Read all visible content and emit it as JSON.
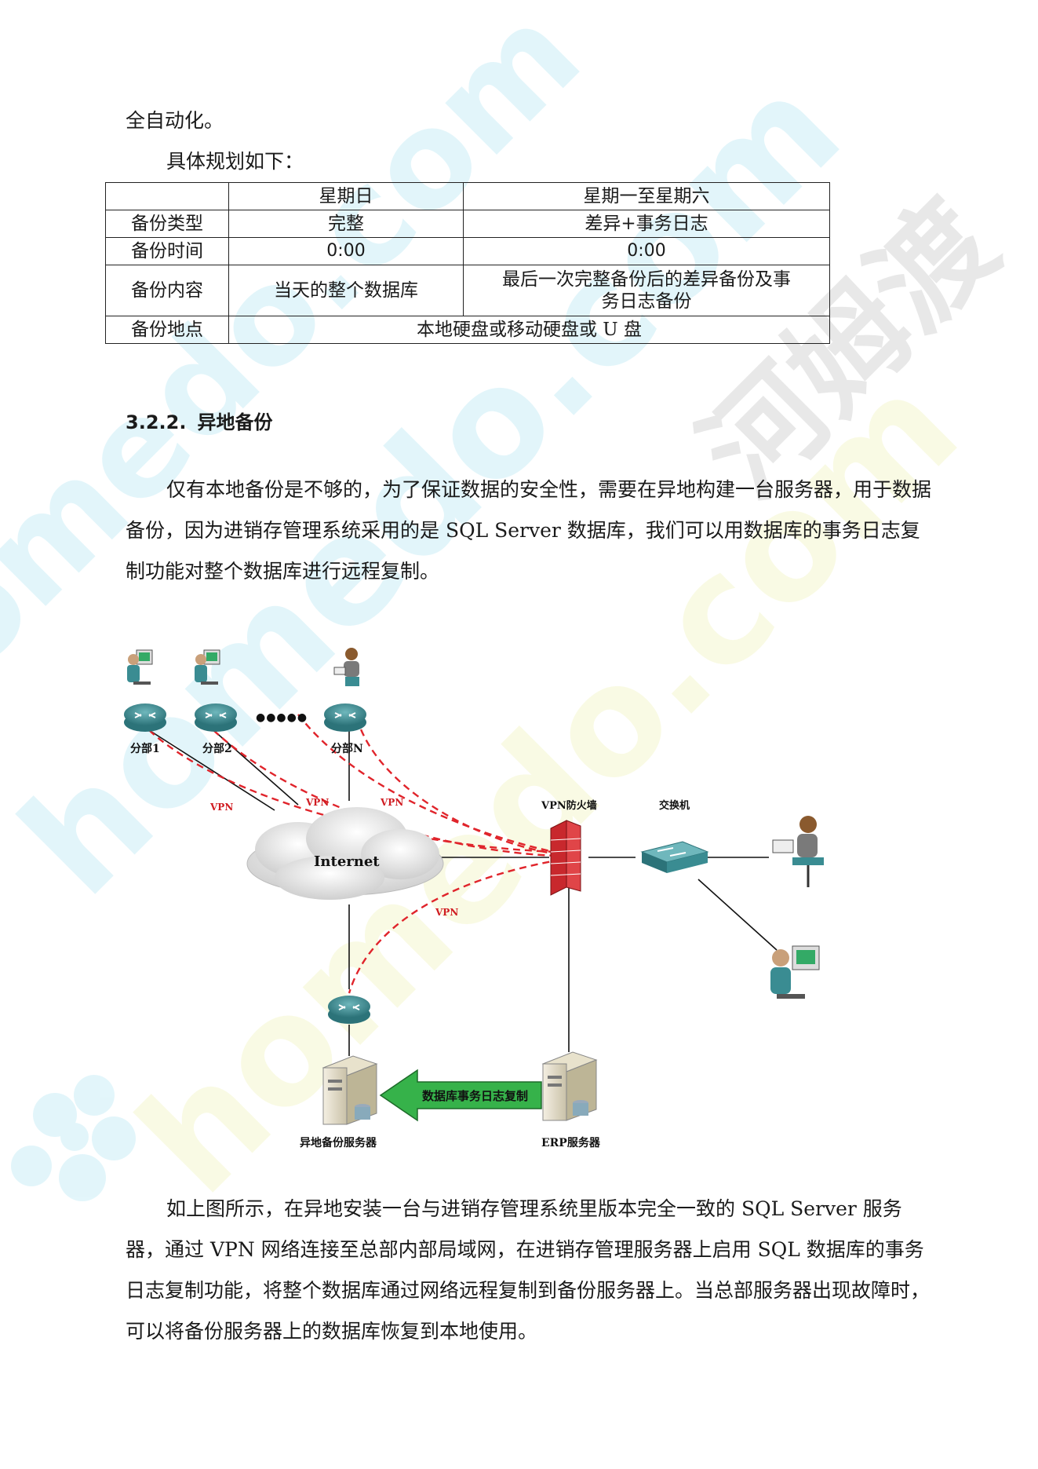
{
  "intro": {
    "line1": "全自动化。",
    "line2": "具体规划如下："
  },
  "plan_table": {
    "headers": [
      "",
      "星期日",
      "星期一至星期六"
    ],
    "type_row": {
      "label": "备份类型",
      "sunday": "完整",
      "weekdays": "差异+事务日志"
    },
    "time_row": {
      "label": "备份时间",
      "sunday": "0:00",
      "weekdays": "0:00"
    },
    "content_row": {
      "label": "备份内容",
      "sunday": "当天的整个数据库",
      "weekdays": "最后一次完整备份后的差异备份及事务日志备份"
    },
    "location_row": {
      "label": "备份地点",
      "value": "本地硬盘或移动硬盘或 U 盘"
    }
  },
  "section": {
    "number": "3.2.2.",
    "title": "异地备份"
  },
  "paragraph1": "仅有本地备份是不够的，为了保证数据的安全性，需要在异地构建一台服务器，用于数据备份，因为进销存管理系统采用的是 SQL Server 数据库，我们可以用数据库的事务日志复制功能对整个数据库进行远程复制。",
  "diagram": {
    "branch1": "分部1",
    "branch2": "分部2",
    "branchN": "分部N",
    "ellipsis": "●●●●●",
    "internet": "Internet",
    "vpn_labels": [
      "VPN",
      "VPN",
      "VPN",
      "VPN"
    ],
    "firewall": "VPN防火墙",
    "switch": "交换机",
    "arrow_label": "数据库事务日志复制",
    "backup_server": "异地备份服务器",
    "erp_server": "ERP服务器",
    "colors": {
      "router": "#3a8c92",
      "vpn_line": "#e0242b",
      "firewall": "#c8282d",
      "arrow": "#36b24a"
    }
  },
  "paragraph2": "如上图所示，在异地安装一台与进销存管理系统里版本完全一致的 SQL Server 服务器，通过 VPN 网络连接至总部内部局域网，在进销存管理服务器上启用 SQL 数据库的事务日志复制功能，将整个数据库通过网络远程复制到备份服务器上。当总部服务器出现故障时，可以将备份服务器上的数据库恢复到本地使用。",
  "watermark": {
    "text_brand": "河姆渡",
    "text_domain": "homedo.com",
    "colors": {
      "cyan": "#7fd6ec",
      "yellow": "#eef2a8",
      "gray": "#c9c9c9"
    }
  }
}
